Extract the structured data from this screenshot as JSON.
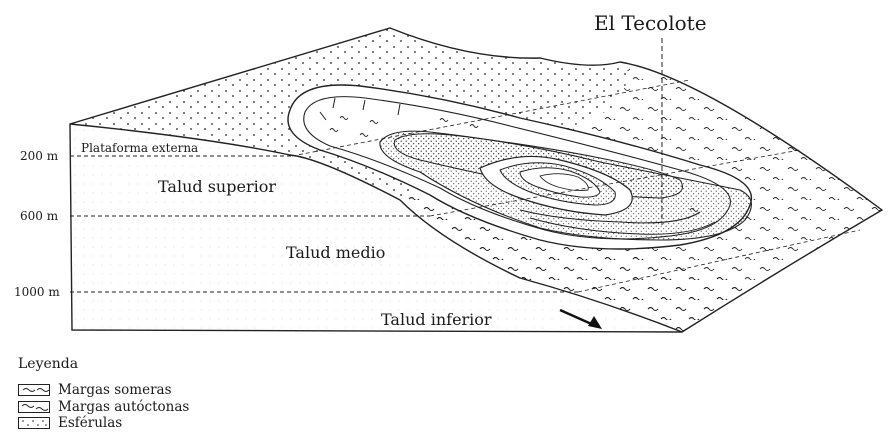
{
  "title": "El Tecolote",
  "depth_labels": [
    "200 m",
    "600 m",
    "1000 m"
  ],
  "zones": {
    "plataforma": "Plataforma externa",
    "talud_superior": "Talud superior",
    "talud_medio": "Talud medio",
    "talud_inferior": "Talud inferior"
  },
  "legend": {
    "title": "Leyenda",
    "items": [
      {
        "label": "Margas someras",
        "pattern": "single-tilde"
      },
      {
        "label": "Margas autóctonas",
        "pattern": "double-tilde"
      },
      {
        "label": "Esférulas",
        "pattern": "dots"
      }
    ]
  }
}
